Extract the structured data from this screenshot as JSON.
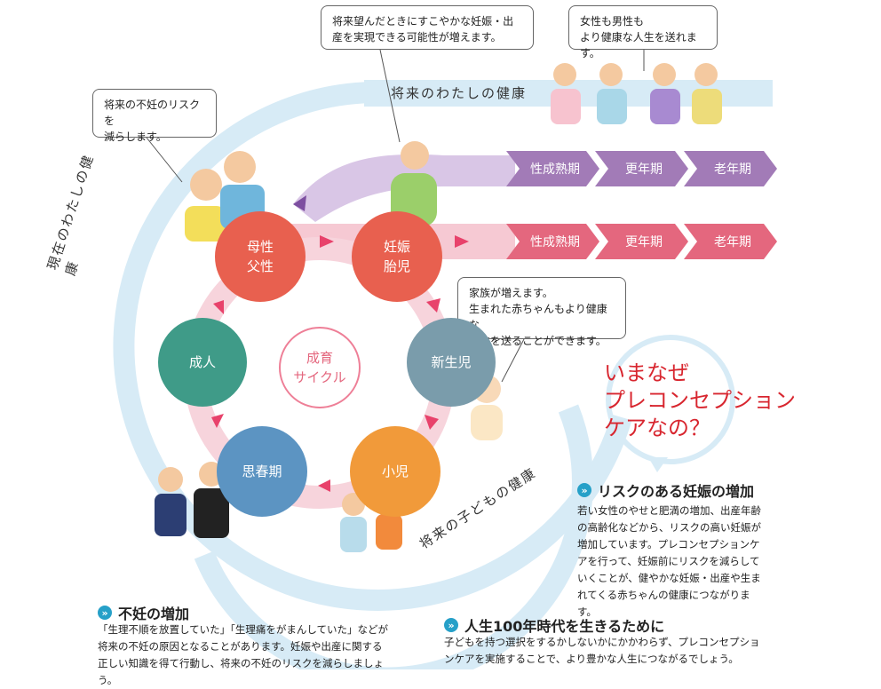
{
  "bubbles": {
    "future_pregnancy": "将来望んだときにすこやかな妊娠・出産を実現できる可能性が増えます。",
    "healthy_life": "女性も男性も\nより健康な人生を送れます。",
    "infertility_risk": "将来の不妊のリスクを\n減らします。",
    "family_grows": "家族が増えます。\n生まれた赤ちゃんもより健康な\n人生を送ることができます。"
  },
  "bands": {
    "future_me": "将来のわたしの健康",
    "current_me": "現在のわたしの健康",
    "future_child": "将来の子どもの健康"
  },
  "stages": {
    "parents": [
      "母性",
      "父性"
    ],
    "pregnancy": [
      "妊娠",
      "胎児"
    ],
    "newborn": "新生児",
    "child": "小児",
    "puberty": "思春期",
    "adult": "成人",
    "center": [
      "成育",
      "サイクル"
    ]
  },
  "chevrons_upper": [
    "性成熟期",
    "更年期",
    "老年期"
  ],
  "chevrons_lower": [
    "性成熟期",
    "更年期",
    "老年期"
  ],
  "headline": [
    "いまなぜ",
    "プレコンセプション",
    "ケアなの？"
  ],
  "sections": {
    "risk": {
      "title": "リスクのある妊娠の増加",
      "text": "若い女性のやせと肥満の増加、出産年齢の高齢化などから、リスクの高い妊娠が増加しています。プレコンセプションケアを行って、妊娠前にリスクを減らしていくことが、健やかな妊娠・出産や生まれてくる赤ちゃんの健康につながります。"
    },
    "infertility": {
      "title": "不妊の増加",
      "text": "「生理不順を放置していた」「生理痛をがまんしていた」などが将来の不妊の原因となることがあります。妊娠や出産に関する正しい知識を得て行動し、将来の不妊のリスクを減らしましょう。"
    },
    "century": {
      "title": "人生100年時代を生きるために",
      "text": "子どもを持つ選択をするかしないかにかかわらず、プレコンセプションケアを実施することで、より豊かな人生につながるでしょう。"
    }
  },
  "colors": {
    "red_circle": "#e8604f",
    "blue_circle": "#5c94c2",
    "teal_circle": "#3f9b88",
    "orange_circle": "#f19a3a",
    "gray_circle": "#7a9cab",
    "purple_band": "#a986bd",
    "pink_band": "#e4677e",
    "ring": "#cfe6f2",
    "headline": "#d8262f",
    "section_icon": "#26a0c8"
  }
}
